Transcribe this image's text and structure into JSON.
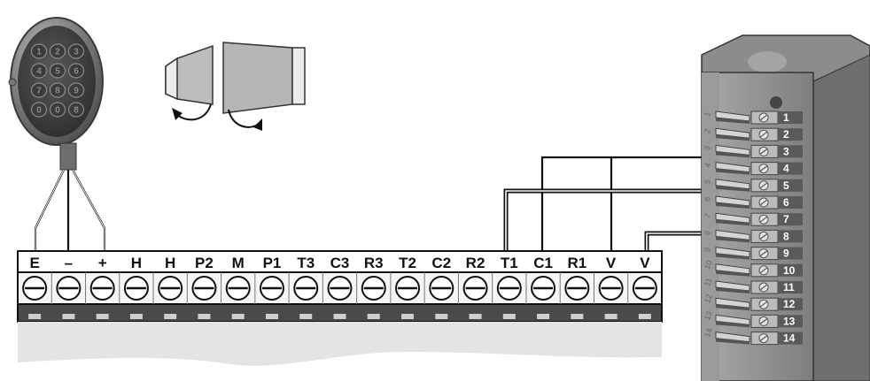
{
  "keypad": {
    "keys": [
      "1",
      "2",
      "3",
      "4",
      "5",
      "6",
      "7",
      "8",
      "9",
      "0",
      "0",
      "8"
    ]
  },
  "terminal_block": {
    "labels": [
      "E",
      "–",
      "+",
      "H",
      "H",
      "P2",
      "M",
      "P1",
      "T3",
      "C3",
      "R3",
      "T2",
      "C2",
      "R2",
      "T1",
      "C1",
      "R1",
      "V",
      "V"
    ]
  },
  "receiver": {
    "pins": [
      "1",
      "2",
      "3",
      "4",
      "5",
      "6",
      "7",
      "8",
      "9",
      "10",
      "11",
      "12",
      "13",
      "14"
    ],
    "edge_numbers": [
      "1",
      "2",
      "3",
      "4",
      "5",
      "6",
      "7",
      "8",
      "9",
      "10",
      "11",
      "12",
      "13",
      "14"
    ]
  }
}
